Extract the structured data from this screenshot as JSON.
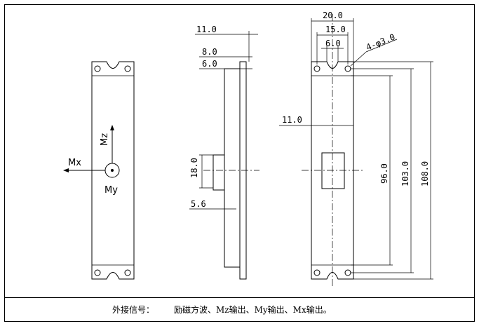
{
  "front_view": {
    "axis_mx": "Mx",
    "axis_mz": "Mz",
    "axis_my": "My"
  },
  "side_view": {
    "dim_11_0": "11.0",
    "dim_8_0": "8.0",
    "dim_6_0": "6.0",
    "dim_18_0": "18.0",
    "dim_5_6": "5.6"
  },
  "rear_view": {
    "dim_20_0": "20.0",
    "dim_15_0": "15.0",
    "dim_6_0": "6.0",
    "hole_callout": "4-φ3.0",
    "dim_11_0": "11.0",
    "dim_96_0": "96.0",
    "dim_103_0": "103.0",
    "dim_108_0": "108.0"
  },
  "footer": {
    "label": "外接信号：",
    "value": "励磁方波、Mz输出、My输出、Mx输出。"
  }
}
